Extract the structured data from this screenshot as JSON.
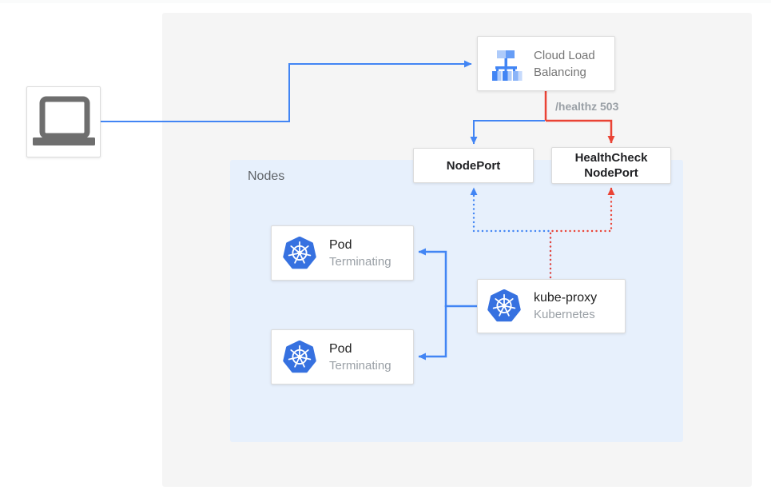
{
  "diagram": {
    "nodes_panel_label": "Nodes",
    "healthz_label": "/healthz 503",
    "cloud_load_balancing": {
      "label": "Cloud Load Balancing"
    },
    "nodeport": {
      "label": "NodePort"
    },
    "healthcheck_nodeport": {
      "label": "HealthCheck NodePort"
    },
    "pods": [
      {
        "title": "Pod",
        "status": "Terminating"
      },
      {
        "title": "Pod",
        "status": "Terminating"
      }
    ],
    "kube_proxy": {
      "title": "kube-proxy",
      "subtitle": "Kubernetes"
    },
    "icons": {
      "client": "laptop-icon",
      "load_balancer": "cloud-load-balancing-icon",
      "pod": "kubernetes-icon",
      "kube_proxy": "kubernetes-icon"
    },
    "colors": {
      "line_blue": "#4285f4",
      "line_red": "#ea4335",
      "outer_panel_bg": "#f5f5f5",
      "nodes_panel_bg": "#e7f0fc",
      "box_border": "#dcdcdc",
      "text_primary": "#212121",
      "text_secondary": "#757575",
      "status_gray": "#9aa0a6",
      "laptop_gray": "#6e6e6e",
      "kubernetes_blue": "#3671e0"
    }
  }
}
